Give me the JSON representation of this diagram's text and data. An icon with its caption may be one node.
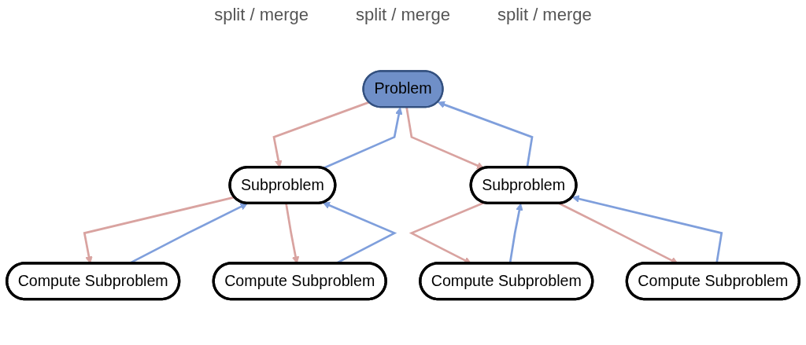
{
  "diagram": {
    "nodes": [
      {
        "text": [
          "Problem"
        ]
      },
      {
        "text": [
          "Subproblem"
        ]
      },
      {
        "text": [
          "Subproblem"
        ]
      },
      {
        "text": [
          "Compute Subproblem"
        ]
      },
      {
        "text": [
          "Compute Subproblem"
        ]
      },
      {
        "text": [
          "Compute Subproblem"
        ]
      },
      {
        "text": [
          "Compute Subproblem"
        ]
      }
    ],
    "edges": [
      {
        "from": 0,
        "to": 1,
        "arrow": "to",
        "color": "#d9a3a0"
      },
      {
        "from": 1,
        "to": 0,
        "arrow": "to",
        "color": "#7f9fdc"
      },
      {
        "from": 0,
        "to": 2,
        "arrow": "to",
        "color": "#d9a3a0"
      },
      {
        "from": 2,
        "to": 0,
        "arrow": "to",
        "color": "#7f9fdc"
      },
      {
        "from": 1,
        "to": 3,
        "arrow": "to",
        "color": "#d9a3a0"
      },
      {
        "from": 3,
        "to": 1,
        "arrow": "to",
        "color": "#7f9fdc"
      },
      {
        "from": 1,
        "to": 4,
        "arrow": "to",
        "color": "#d9a3a0"
      },
      {
        "from": 4,
        "to": 1,
        "arrow": "to",
        "color": "#7f9fdc"
      },
      {
        "from": 2,
        "to": 5,
        "arrow": "to",
        "color": "#d9a3a0"
      },
      {
        "from": 5,
        "to": 2,
        "arrow": "to",
        "color": "#7f9fdc"
      },
      {
        "from": 2,
        "to": 6,
        "arrow": "to",
        "color": "#d9a3a0"
      },
      {
        "from": 6,
        "to": 2,
        "arrow": "to",
        "color": "#7f9fdc"
      }
    ],
    "labels": [
      "split / merge",
      "split / merge",
      "split / merge"
    ]
  }
}
